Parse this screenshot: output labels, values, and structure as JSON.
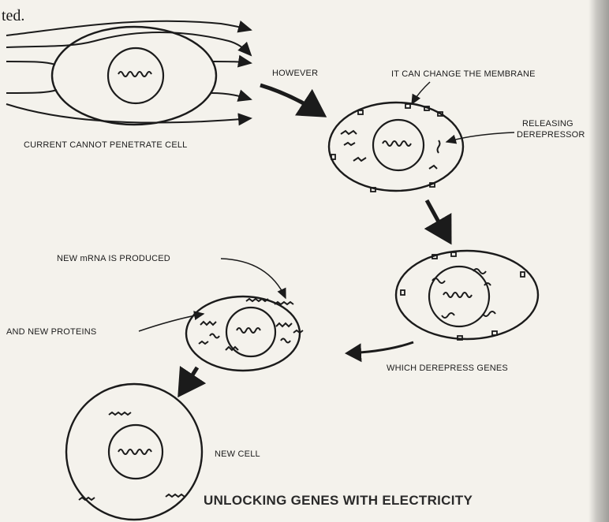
{
  "top_text_fragment": "ted.",
  "labels": {
    "current": "CURRENT CANNOT PENETRATE CELL",
    "however": "HOWEVER",
    "change_membrane": "IT CAN CHANGE THE MEMBRANE",
    "releasing_line1": "RELEASING",
    "releasing_line2": "DEREPRESSOR",
    "new_mrna": "NEW mRNA IS PRODUCED",
    "new_proteins": "AND NEW PROTEINS",
    "which_derepress": "WHICH DEREPRESS GENES",
    "new_cell": "NEW CELL"
  },
  "caption": "UNLOCKING GENES WITH ELECTRICITY"
}
